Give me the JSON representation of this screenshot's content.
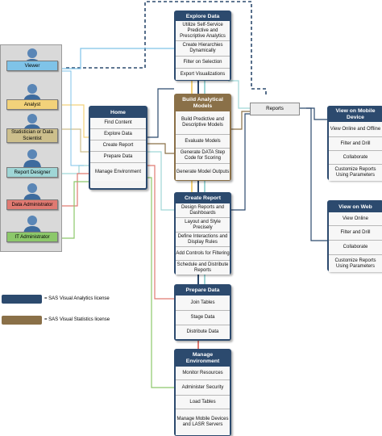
{
  "roles": [
    {
      "label": "Viewer",
      "color": "#7fc3e8"
    },
    {
      "label": "Analyst",
      "color": "#f2d27a"
    },
    {
      "label": "Statistician or Data Scientist",
      "color": "#cdbf8c"
    },
    {
      "label": "Report Designer",
      "color": "#9fd6d6"
    },
    {
      "label": "Data Administrator",
      "color": "#e07a72"
    },
    {
      "label": "IT Administrator",
      "color": "#8cc86a"
    }
  ],
  "home": {
    "title": "Home",
    "items": [
      "Find Content",
      "Explore Data",
      "Create Report",
      "Prepare Data",
      "Manage Environment"
    ]
  },
  "explore": {
    "title": "Explore Data",
    "items": [
      "Utilize Self-Service Predictive and Prescriptive Analytics",
      "Create Hierarchies Dynamically",
      "Filter on Selection",
      "Export Visualizations"
    ]
  },
  "build": {
    "title": "Build Analytical Models",
    "items": [
      "Build Predictive and Descriptive Models",
      "Evaluate Models",
      "Generate DATA Step Code for Scoring",
      "Generate Model Outputs"
    ]
  },
  "create_report": {
    "title": "Create Report",
    "items": [
      "Design Reports and Dashboards",
      "Layout and Style Precisely",
      "Define Interactions and Display Rules",
      "Add Controls for Filtering",
      "Schedule and Distribute Reports"
    ]
  },
  "prepare": {
    "title": "Prepare Data",
    "items": [
      "Join Tables",
      "Stage Data",
      "Distribute Data"
    ]
  },
  "manage": {
    "title": "Manage Environment",
    "items": [
      "Monitor Resources",
      "Administer Security",
      "Load Tables",
      "Manage Mobile Devices and LASR Servers"
    ]
  },
  "reports_label": "Reports",
  "mobile": {
    "title": "View on Mobile Device",
    "items": [
      "View Online and Offline",
      "Filter and Drill",
      "Collaborate",
      "Customize Reports Using Parameters"
    ]
  },
  "web": {
    "title": "View on Web",
    "items": [
      "View Online",
      "Filter and Drill",
      "Collaborate",
      "Customize Reports Using Parameters"
    ]
  },
  "legend": [
    {
      "label": "= SAS Visual Analytics license",
      "color": "#2c4a6e"
    },
    {
      "label": "= SAS Visual Statistics license",
      "color": "#8a7048"
    }
  ]
}
